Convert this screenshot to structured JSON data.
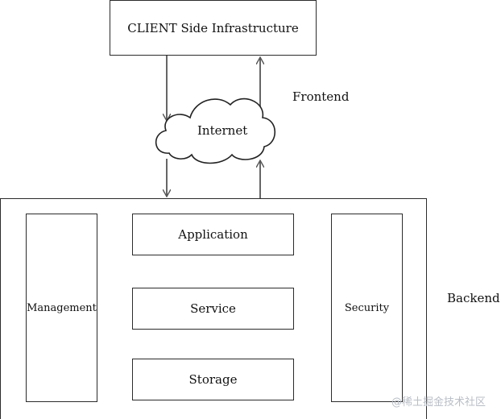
{
  "diagram": {
    "client_box": "CLIENT Side Infrastructure",
    "internet": "Internet",
    "frontend_label": "Frontend",
    "backend_label": "Backend",
    "backend": {
      "management": "Management",
      "security": "Security",
      "layers": [
        "Application",
        "Service",
        "Storage"
      ]
    }
  },
  "watermark": "@稀土掘金技术社区",
  "colors": {
    "stroke": "#2b2b2b",
    "arrow": "#555555",
    "background": "#ffffff",
    "watermark": "#b9bec6"
  }
}
